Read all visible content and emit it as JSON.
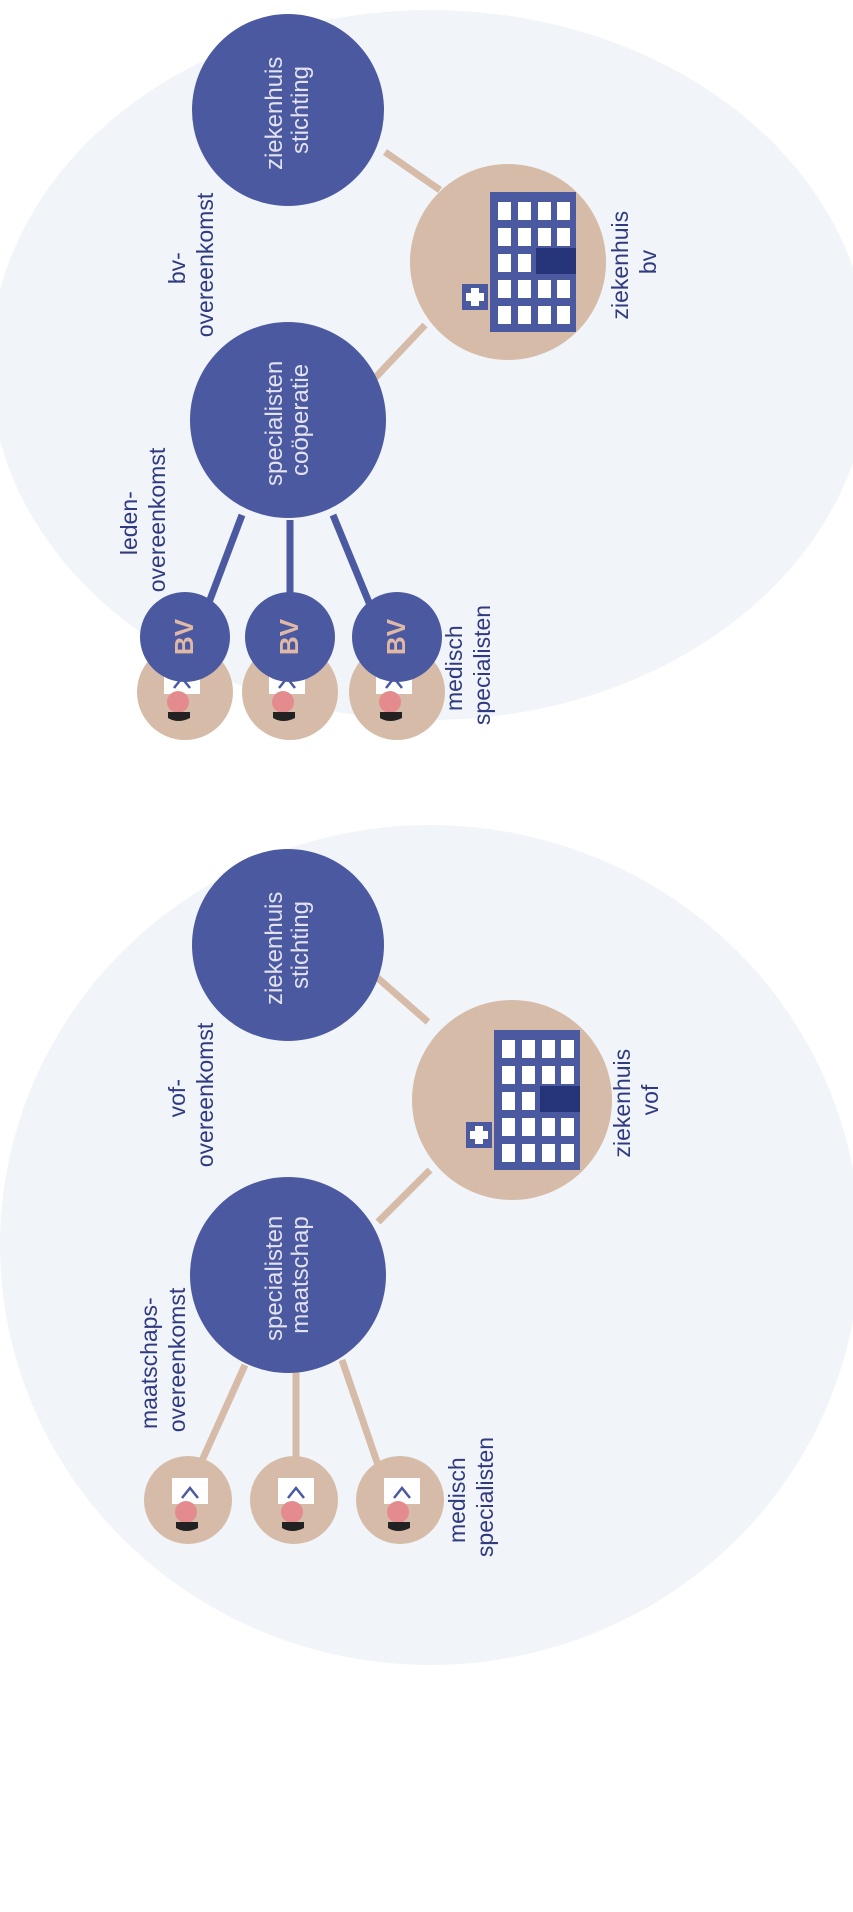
{
  "colors": {
    "bubble_bg": "#f1f5f9",
    "node_blue": "#4b5aa0",
    "node_tan": "#d6bca8",
    "link_tan": "#d6bca8",
    "link_blue": "#4b5aa0",
    "label_text": "#303a80",
    "node_text": "#e3e2ef",
    "bv_text": "#e0b8a6",
    "building_blue": "#4b5aa0",
    "building_door": "#26357a"
  },
  "diagram_top": {
    "node_hospital_foundation": "ziekenhuis stichting",
    "node_cooperative": "specialisten coöperatie",
    "node_hospital_bv": "ziekenhuis bv",
    "label_bv_agreement": "bv- overeenkomst",
    "label_member_agreement": "leden- overeenkomst",
    "label_medical_specialists": "medisch specialisten",
    "bv_badges": [
      "BV",
      "BV",
      "BV"
    ],
    "icons": {
      "building": "hospital-building-icon",
      "doctor": "doctor-icon"
    }
  },
  "diagram_bottom": {
    "node_hospital_foundation": "ziekenhuis stichting",
    "node_partnership": "specialisten maatschap",
    "node_hospital_vof": "ziekenhuis vof",
    "label_vof_agreement": "vof- overeenkomst",
    "label_partnership_agreement": "maatschaps- overeenkomst",
    "label_medical_specialists": "medisch specialisten",
    "icons": {
      "building": "hospital-building-icon",
      "doctor": "doctor-icon"
    }
  }
}
